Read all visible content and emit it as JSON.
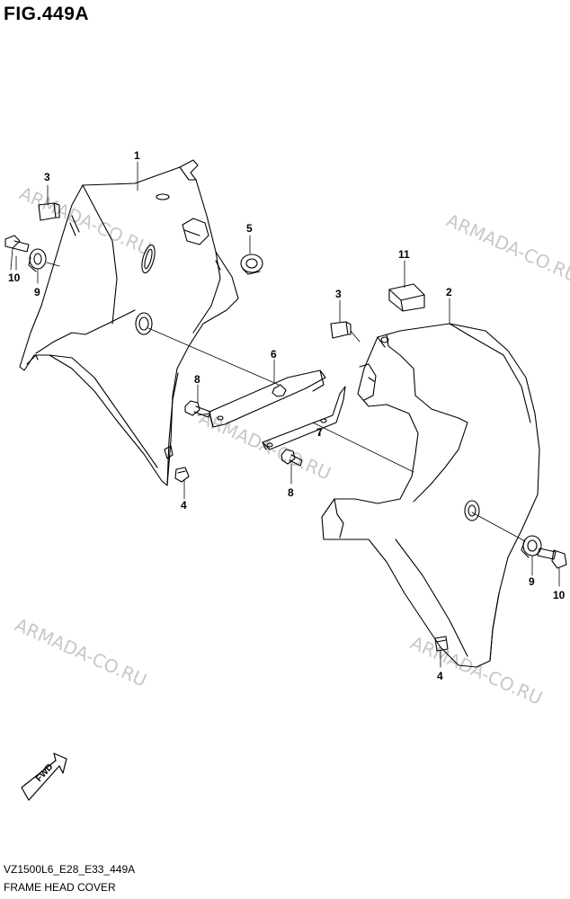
{
  "header": {
    "figure_title": "FIG.449A"
  },
  "footer": {
    "model_code": "VZ1500L6_E28_E33_449A",
    "caption": "FRAME HEAD COVER"
  },
  "watermarks": [
    "ARMADA-CO.RU",
    "ARMADA-CO.RU",
    "ARMADA-CO.RU",
    "ARMADA-CO.RU",
    "ARMADA-CO.RU"
  ],
  "fwd_label": "FWD",
  "callouts": {
    "c1": "1",
    "c3a": "3",
    "c10a": "10",
    "c9a": "9",
    "c5": "5",
    "c11": "11",
    "c3b": "3",
    "c2": "2",
    "c6": "6",
    "c8a": "8",
    "c7": "7",
    "c8b": "8",
    "c4a": "4",
    "c9b": "9",
    "c10b": "10",
    "c4b": "4"
  }
}
